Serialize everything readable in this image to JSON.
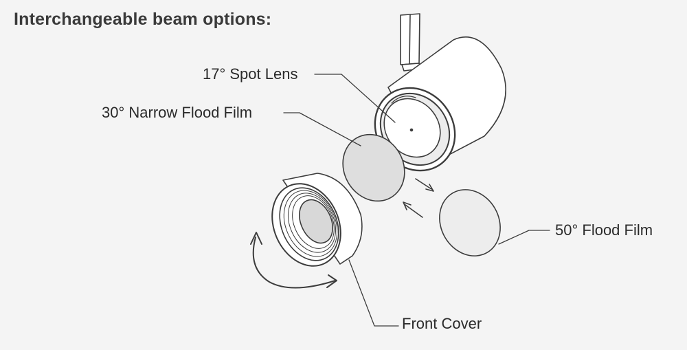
{
  "heading": "Interchangeable beam options:",
  "callouts": {
    "spot_lens": "17° Spot Lens",
    "narrow_flood": "30° Narrow Flood Film",
    "flood_film": "50° Flood Film",
    "front_cover": "Front Cover"
  },
  "colors": {
    "background": "#f4f4f4",
    "outline": "#3c3c3c",
    "film_fill": "#dedede",
    "text": "#2a2a2a"
  }
}
